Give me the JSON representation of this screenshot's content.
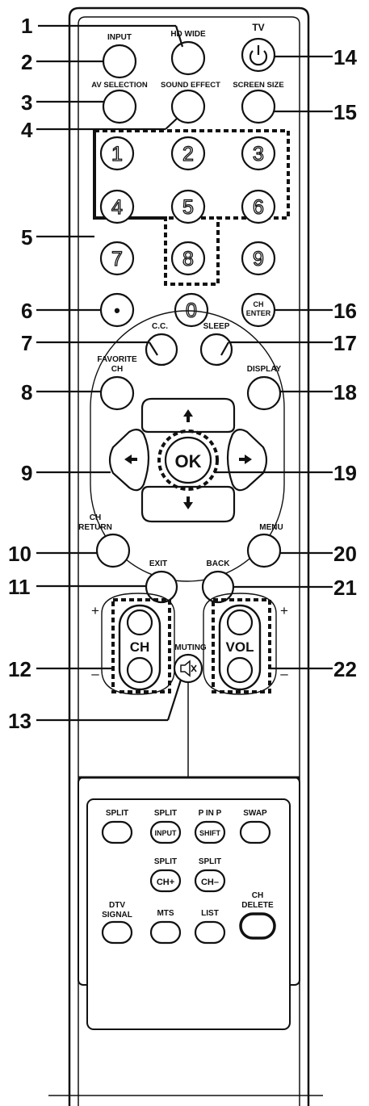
{
  "labels": {
    "input": "INPUT",
    "hd_wide": "HD WIDE",
    "tv": "TV",
    "av_selection": "AV SELECTION",
    "sound_effect": "SOUND EFFECT",
    "screen_size": "SCREEN SIZE",
    "digits": [
      "1",
      "2",
      "3",
      "4",
      "5",
      "6",
      "7",
      "8",
      "9",
      "0"
    ],
    "dot": "•",
    "ch_enter_1": "CH",
    "ch_enter_2": "ENTER",
    "cc": "C.C.",
    "sleep": "SLEEP",
    "favorite_1": "FAVORITE",
    "favorite_2": "CH",
    "display": "DISPLAY",
    "ok": "OK",
    "ch_return_1": "CH",
    "ch_return_2": "RETURN",
    "menu": "MENU",
    "exit": "EXIT",
    "back": "BACK",
    "ch": "CH",
    "vol": "VOL",
    "muting": "MUTING",
    "plus": "+",
    "minus": "–",
    "split": "SPLIT",
    "split_input": "SPLIT",
    "input_small": "INPUT",
    "pinp": "P IN P",
    "shift": "SHIFT",
    "swap": "SWAP",
    "split_chplus": "SPLIT",
    "chplus": "CH+",
    "split_chminus": "SPLIT",
    "chminus": "CH–",
    "dtv_1": "DTV",
    "dtv_2": "SIGNAL",
    "mts": "MTS",
    "list": "LIST",
    "ch_delete_1": "CH",
    "ch_delete_2": "DELETE"
  },
  "callouts": [
    "1",
    "2",
    "3",
    "4",
    "5",
    "6",
    "7",
    "8",
    "9",
    "10",
    "11",
    "12",
    "13",
    "14",
    "15",
    "16",
    "17",
    "18",
    "19",
    "20",
    "21",
    "22"
  ]
}
